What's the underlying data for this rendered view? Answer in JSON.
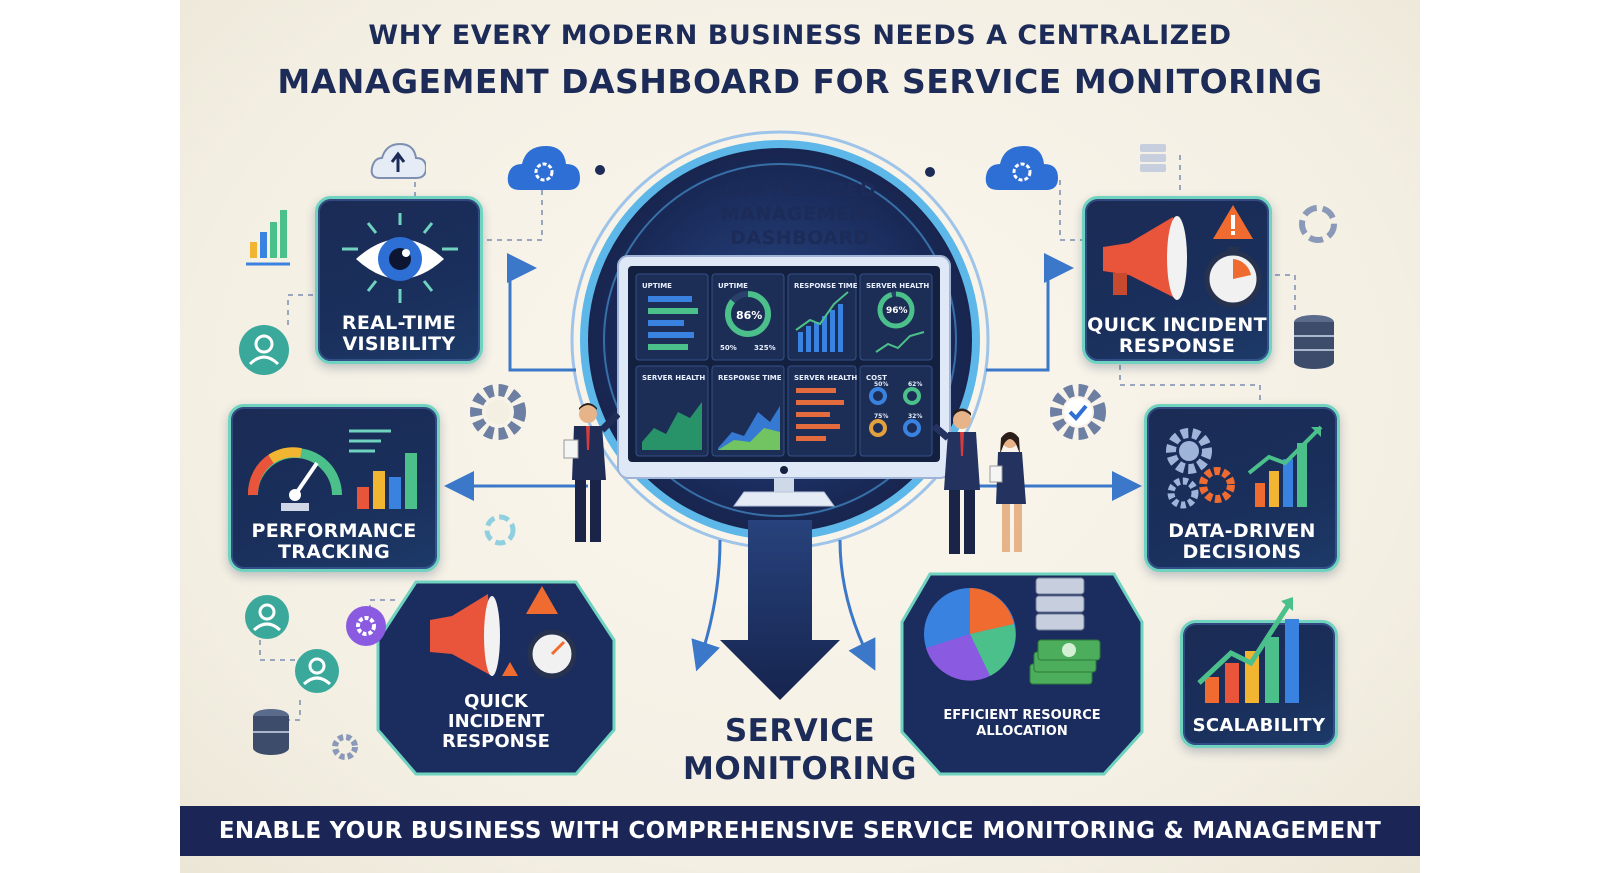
{
  "header": {
    "line1": "WHY EVERY MODERN BUSINESS NEEDS A CENTRALIZED",
    "line2": "MANAGEMENT DASHBOARD FOR SERVICE MONITORING"
  },
  "hub": {
    "label": "CENTRALIZED MANAGEMENT DASHBOARD",
    "bottom_label": "SERVICE MONITORING"
  },
  "monitor": {
    "panels": [
      "UPTIME",
      "UPTIME",
      "RESPONSE TIME",
      "SERVER HEALTH",
      "SERVER HEALTH",
      "RESPONSE TIME",
      "SERVER HEALTH",
      "COST"
    ],
    "gauge1_value": "86%",
    "gauge2_value": "96%",
    "stat1": "50%",
    "stat2": "325%",
    "cost_values": [
      "50%",
      "62%",
      "75%",
      "32%"
    ]
  },
  "cards": {
    "realtime": "REAL-TIME VISIBILITY",
    "incident_top": "QUICK INCIDENT RESPONSE",
    "performance": "PERFORMANCE TRACKING",
    "datadriven": "DATA-DRIVEN DECISIONS",
    "incident_bottom": "QUICK INCIDENT RESPONSE",
    "resource": "EFFICIENT RESOURCE ALLOCATION",
    "scalability": "SCALABILITY"
  },
  "icons": {
    "cloud_color": "#2e6fd6",
    "accent_teal": "#6fd3c0",
    "navy": "#1b2656"
  },
  "footer": {
    "text": "ENABLE YOUR BUSINESS WITH COMPREHENSIVE SERVICE MONITORING & MANAGEMENT"
  }
}
